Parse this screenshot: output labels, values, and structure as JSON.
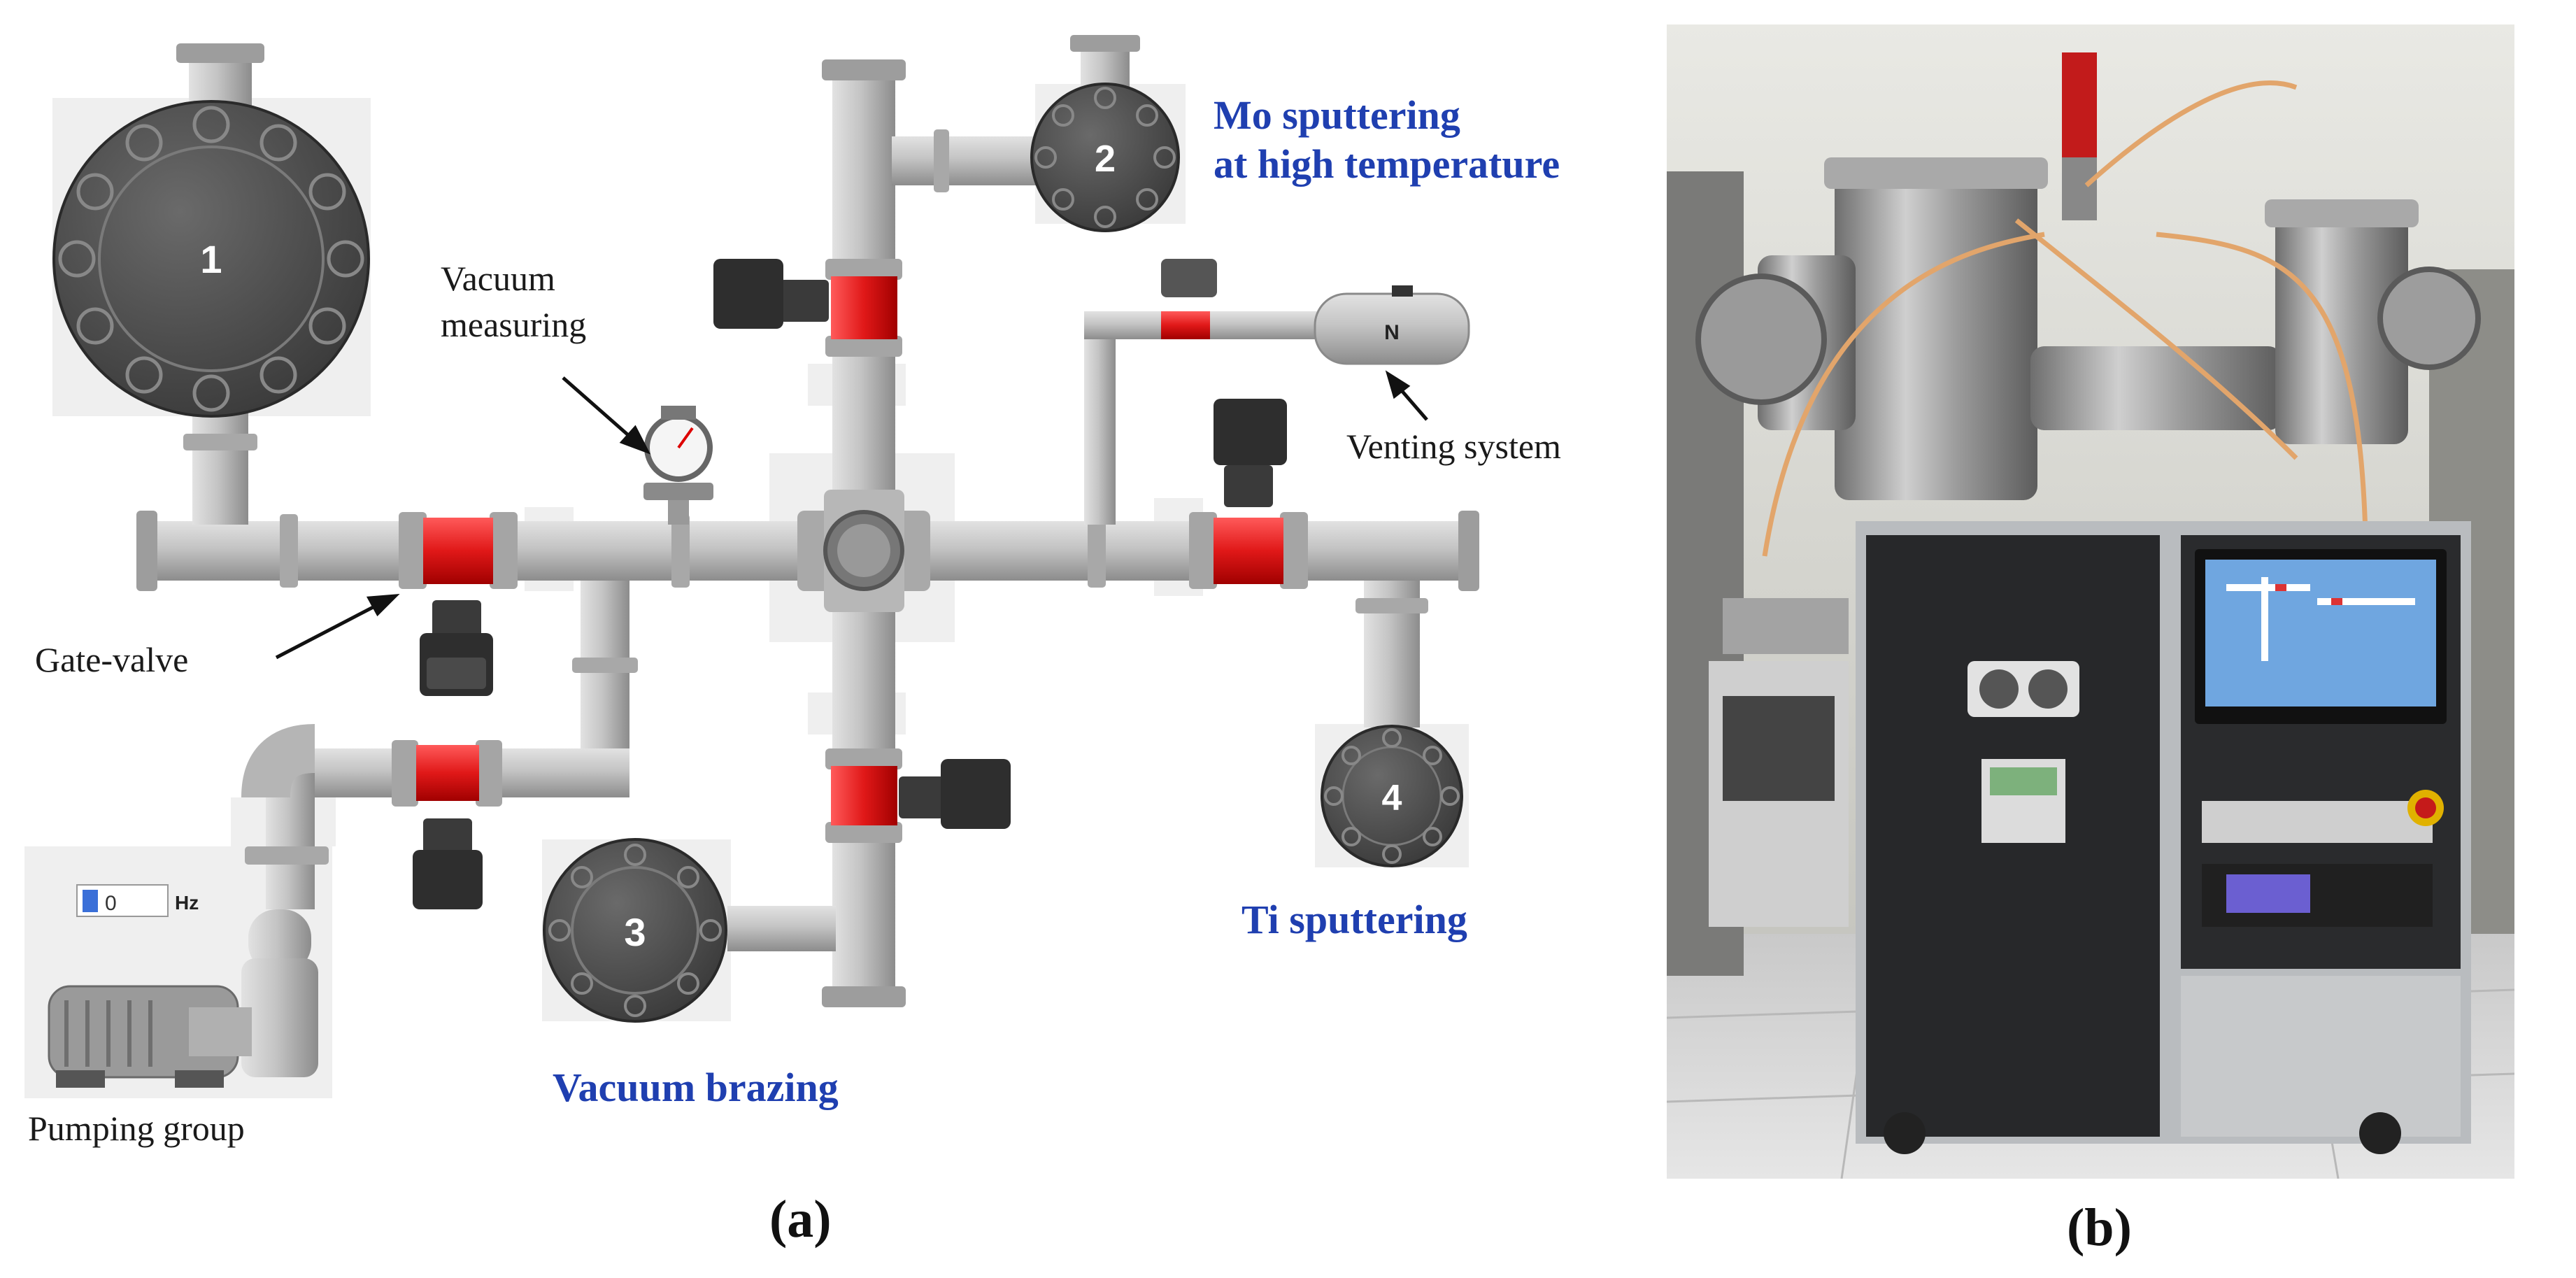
{
  "panel_a": {
    "caption": "(a)",
    "labels": {
      "vacuum_measuring_line1": "Vacuum",
      "vacuum_measuring_line2": "measuring",
      "venting_system": "Venting system",
      "gate_valve": "Gate-valve",
      "pumping_group": "Pumping group",
      "mo_line1": "Mo sputtering",
      "mo_line2": "at high temperature",
      "ti": "Ti sputtering",
      "brazing": "Vacuum brazing"
    },
    "chambers": [
      "1",
      "2",
      "3",
      "4"
    ],
    "vent_tank_mark": "N",
    "pump_display": {
      "value": "0",
      "unit": "Hz"
    },
    "colors": {
      "pipe": "#b9b9b9",
      "valve": "#e01818",
      "chamber": "#4c4c4c",
      "label_blue": "#1f3fb0"
    }
  },
  "panel_b": {
    "caption": "(b)",
    "image": "photo-of-vacuum-sputtering-system"
  }
}
